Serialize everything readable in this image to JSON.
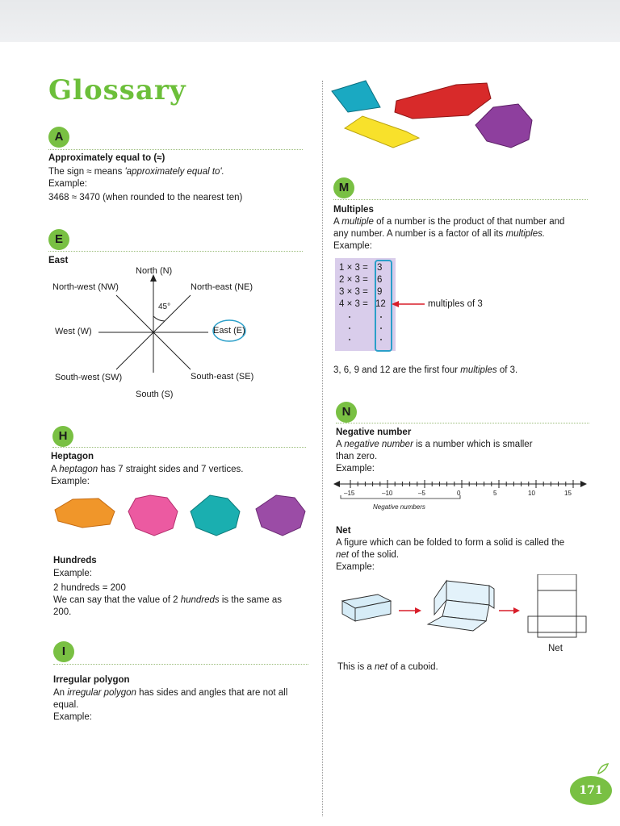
{
  "title": "Glossary",
  "page_number": "171",
  "colors": {
    "accent_green": "#79c043",
    "title_green": "#6cbf3a",
    "highlight_blue": "#2b9fc9",
    "multiples_bg": "#d9cdeb"
  },
  "sections": {
    "A": {
      "letter": "A",
      "term": "Approximately equal to (≈)",
      "line1_pre": "The sign ≈ means ",
      "line1_italic": "'approximately equal to'.",
      "example_label": "Example:",
      "example": "3468 ≈ 3470 (when rounded to the nearest ten)"
    },
    "E": {
      "letter": "E",
      "term": "East",
      "compass": {
        "north": "North (N)",
        "north_west": "North-west (NW)",
        "north_east": "North-east (NE)",
        "west": "West (W)",
        "east": "East (E)",
        "south_west": "South-west (SW)",
        "south_east": "South-east (SE)",
        "south": "South (S)",
        "angle": "45°"
      }
    },
    "H": {
      "letter": "H",
      "heptagon_term": "Heptagon",
      "heptagon_pre": "A ",
      "heptagon_italic": "heptagon",
      "heptagon_post": " has 7 straight sides and 7 vertices.",
      "example_label": "Example:",
      "hundreds_term": "Hundreds",
      "hundreds_example_label": "Example:",
      "hundreds_line1": "2 hundreds = 200",
      "hundreds_line2_pre": "We can say that the value of 2 ",
      "hundreds_line2_italic": "hundreds",
      "hundreds_line2_post": " is the same as",
      "hundreds_line3": "200."
    },
    "I": {
      "letter": "I",
      "term": "Irregular polygon",
      "line1_pre": "An ",
      "line1_italic": "irregular polygon",
      "line1_post": " has sides and angles that are not all",
      "line2": "equal.",
      "example_label": "Example:"
    },
    "M": {
      "letter": "M",
      "term": "Multiples",
      "line1_pre": "A ",
      "line1_italic": "multiple",
      "line1_post": " of a number is the product of that number and",
      "line2_pre": "any number. A number is a factor of all its ",
      "line2_italic": "multiples.",
      "example_label": "Example:",
      "rows": [
        "1 × 3 =",
        "2 × 3 =",
        "3 × 3 =",
        "4 × 3 ="
      ],
      "results": [
        "3",
        "6",
        "9",
        "12"
      ],
      "arrow_label": "multiples of 3",
      "summary_pre": "3, 6, 9 and 12 are the first four ",
      "summary_italic": "multiples",
      "summary_post": " of 3."
    },
    "N": {
      "letter": "N",
      "neg_term": "Negative number",
      "neg_line1_pre": "A ",
      "neg_line1_italic": "negative number",
      "neg_line1_post": " is a number which is smaller",
      "neg_line2": "than zero.",
      "neg_example_label": "Example:",
      "number_line_ticks": [
        "–15",
        "–10",
        "–5",
        "0",
        "5",
        "10",
        "15"
      ],
      "number_line_caption": "Negative numbers",
      "net_term": "Net",
      "net_line1": "A figure which can be folded to form a solid is called the",
      "net_line2_italic": "net",
      "net_line2_post": " of the solid.",
      "net_example_label": "Example:",
      "net_label": "Net",
      "net_summary_pre": "This is a ",
      "net_summary_italic": "net",
      "net_summary_post": " of a cuboid."
    }
  }
}
